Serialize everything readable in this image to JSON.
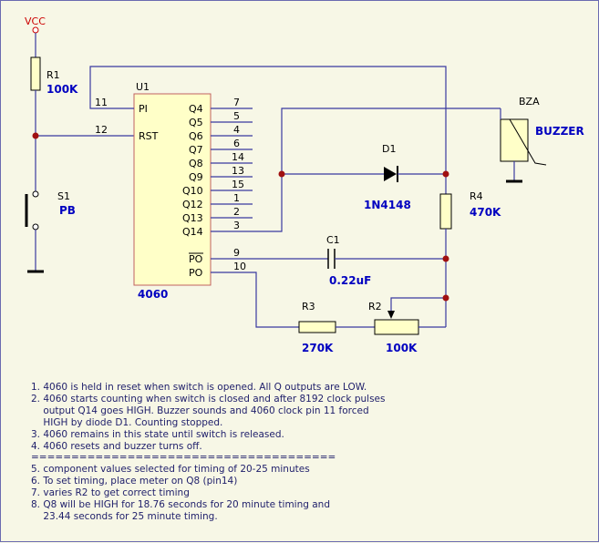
{
  "supply": {
    "label": "VCC"
  },
  "ic": {
    "ref": "U1",
    "part": "4060",
    "left_pins": [
      {
        "name": "PI",
        "num": "11"
      },
      {
        "name": "RST",
        "num": "12"
      }
    ],
    "right_pins": [
      {
        "name": "Q4",
        "num": "7"
      },
      {
        "name": "Q5",
        "num": "5"
      },
      {
        "name": "Q6",
        "num": "4"
      },
      {
        "name": "Q7",
        "num": "6"
      },
      {
        "name": "Q8",
        "num": "14"
      },
      {
        "name": "Q9",
        "num": "13"
      },
      {
        "name": "Q10",
        "num": "15"
      },
      {
        "name": "Q12",
        "num": "1"
      },
      {
        "name": "Q13",
        "num": "2"
      },
      {
        "name": "Q14",
        "num": "3"
      }
    ],
    "po_pins": [
      {
        "name": "PO",
        "num": "9"
      },
      {
        "name": "PO",
        "num": "10"
      }
    ]
  },
  "components": {
    "r1": {
      "ref": "R1",
      "value": "100K"
    },
    "s1": {
      "ref": "S1",
      "value": "PB"
    },
    "d1": {
      "ref": "D1",
      "value": "1N4148"
    },
    "r4": {
      "ref": "R4",
      "value": "470K"
    },
    "c1": {
      "ref": "C1",
      "value": "0.22uF"
    },
    "r3": {
      "ref": "R3",
      "value": "270K"
    },
    "r2": {
      "ref": "R2",
      "value": "100K"
    },
    "bza": {
      "ref": "BZA",
      "value": "BUZZER"
    }
  },
  "notes": [
    "1. 4060 is held in reset when switch is opened. All Q outputs are LOW.",
    "2. 4060 starts counting when switch is closed and after 8192 clock pulses",
    "    output Q14 goes HIGH. Buzzer sounds and 4060 clock pin 11 forced",
    "    HIGH by diode D1. Counting stopped.",
    "3. 4060 remains in this state until switch is released.",
    "4. 4060 resets and buzzer turns off.",
    "======================================",
    "5. component values selected for timing of 20-25 minutes",
    "6. To set timing, place meter on Q8 (pin14)",
    "7. varies R2 to get correct timing",
    "8. Q8 will be HIGH for 18.76 seconds for 20 minute timing and",
    "    23.44 seconds for 25 minute timing."
  ],
  "colors": {
    "background": "#f7f7e6",
    "wire": "#3a3aa0",
    "ic_fill": "#ffffc8",
    "ic_border": "#c06060",
    "resistor_fill": "#ffffc8",
    "value_text": "#0000c0",
    "vcc_text": "#cc0000",
    "junction": "#a01010"
  }
}
